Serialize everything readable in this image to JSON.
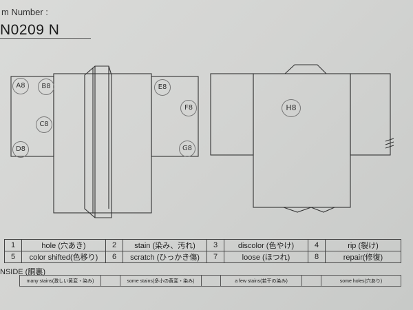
{
  "header": {
    "item_label": "m Number :",
    "item_number": "N0209   N"
  },
  "marks_front": [
    {
      "id": "A8",
      "label": "A8"
    },
    {
      "id": "B8",
      "label": "B8"
    },
    {
      "id": "C8",
      "label": "C8"
    },
    {
      "id": "D8",
      "label": "D8"
    },
    {
      "id": "E8",
      "label": "E8"
    },
    {
      "id": "F8",
      "label": "F8"
    },
    {
      "id": "G8",
      "label": "G8"
    }
  ],
  "marks_back": [
    {
      "id": "H8",
      "label": "H8"
    }
  ],
  "legend": [
    [
      {
        "num": "1",
        "label": "hole (穴あき)"
      },
      {
        "num": "2",
        "label": "stain (染み、汚れ)"
      },
      {
        "num": "3",
        "label": "discolor (色やけ)"
      },
      {
        "num": "4",
        "label": "rip (裂け)"
      }
    ],
    [
      {
        "num": "5",
        "label": "color shifted(色移り)"
      },
      {
        "num": "6",
        "label": "scratch (ひっかき傷)"
      },
      {
        "num": "7",
        "label": "loose (ほつれ)"
      },
      {
        "num": "8",
        "label": "repair(修復)"
      }
    ]
  ],
  "inside": {
    "label": "NSIDE (胴裏)",
    "options": [
      "many stains(激しい黄変・染み)",
      "some stains(多小の黄変・染み)",
      "a few stains(若干の染み)",
      "some holes(穴あり)"
    ]
  }
}
